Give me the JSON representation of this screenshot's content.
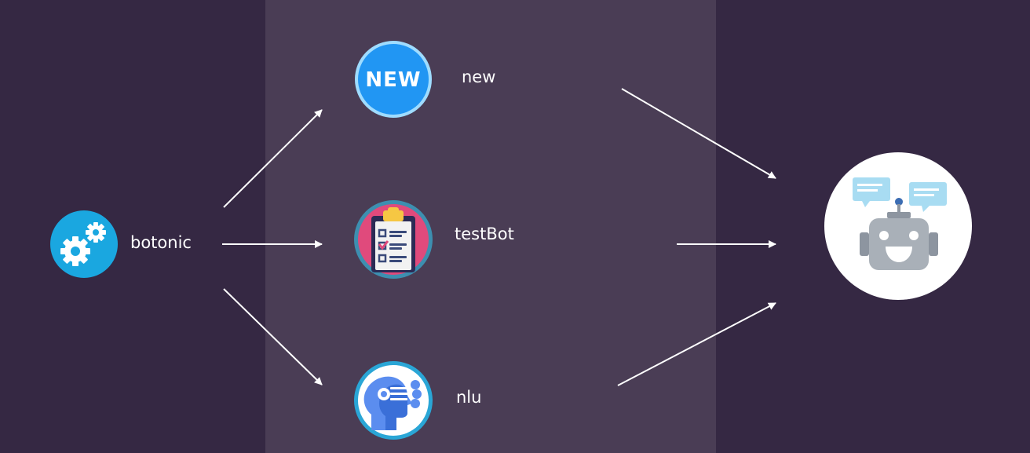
{
  "nodes": {
    "source": {
      "label": "botonic",
      "icon": "gears-icon"
    },
    "new": {
      "label": "new",
      "icon": "new-badge-icon",
      "badge_text": "NEW"
    },
    "testbot": {
      "label": "testBot",
      "icon": "clipboard-checklist-icon"
    },
    "nlu": {
      "label": "nlu",
      "icon": "ai-head-icon"
    },
    "target": {
      "icon": "chatbot-icon"
    }
  },
  "colors": {
    "background": "#352843",
    "middle_band": "#4a3d55",
    "arrow": "#ffffff",
    "accent_blue": "#1aa7e0"
  }
}
